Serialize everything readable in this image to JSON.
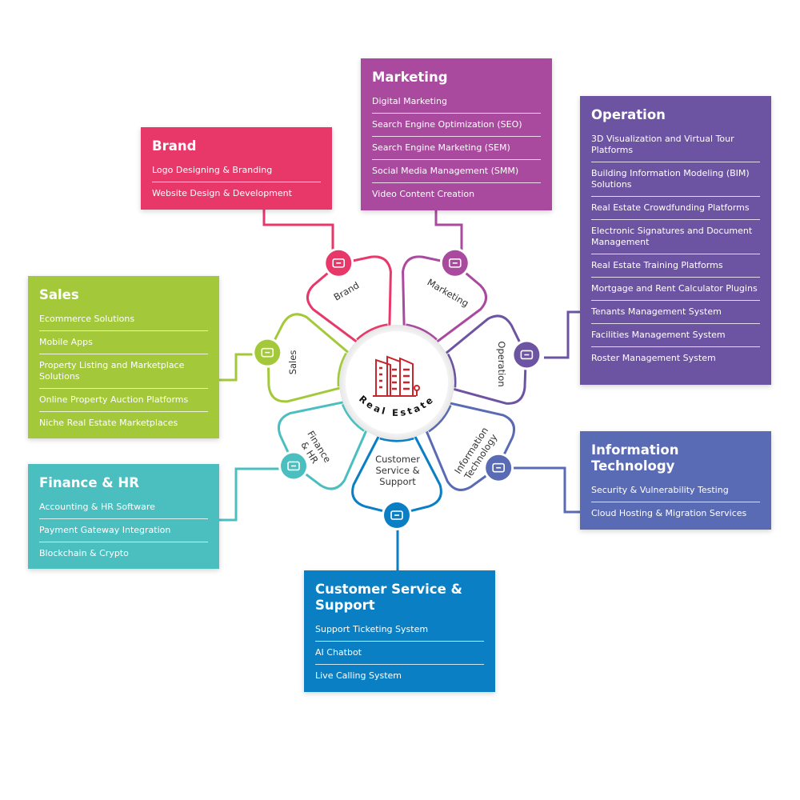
{
  "center": {
    "title": "Real Estate",
    "icon": "building-icon",
    "icon_color": "#c8262c"
  },
  "petals": [
    {
      "key": "brand",
      "label": [
        "Brand"
      ],
      "color": "#e8386a",
      "icon": "browser-window-icon"
    },
    {
      "key": "marketing",
      "label": [
        "Marketing"
      ],
      "color": "#a94a9e",
      "icon": "megaphone-icon"
    },
    {
      "key": "operation",
      "label": [
        "Operation"
      ],
      "color": "#6d54a2",
      "icon": "gear-calendar-icon"
    },
    {
      "key": "it",
      "label": [
        "Information",
        "Technology"
      ],
      "color": "#5a6bb5",
      "icon": "monitor-icon"
    },
    {
      "key": "customer",
      "label": [
        "Customer",
        "Service &",
        "Support"
      ],
      "color": "#0b7fc4",
      "icon": "headset-icon"
    },
    {
      "key": "finance",
      "label": [
        "Finance",
        "& HR"
      ],
      "color": "#4bbfc0",
      "icon": "briefcase-icon"
    },
    {
      "key": "sales",
      "label": [
        "Sales"
      ],
      "color": "#a3c93a",
      "icon": "dollar-cycle-icon"
    }
  ],
  "boxes": {
    "brand": {
      "title": "Brand",
      "color": "#e8386a",
      "items": [
        "Logo Designing & Branding",
        "Website Design & Development"
      ]
    },
    "marketing": {
      "title": "Marketing",
      "color": "#a94a9e",
      "items": [
        "Digital Marketing",
        "Search Engine Optimization (SEO)",
        "Search Engine Marketing (SEM)",
        "Social Media Management (SMM)",
        "Video Content Creation"
      ]
    },
    "operation": {
      "title": "Operation",
      "color": "#6d54a2",
      "items": [
        "3D Visualization and Virtual Tour Platforms",
        "Building Information Modeling (BIM) Solutions",
        "Real Estate Crowdfunding Platforms",
        "Electronic Signatures and Document Management",
        "Real Estate Training Platforms",
        "Mortgage and Rent Calculator Plugins",
        "Tenants Management System",
        "Facilities Management System",
        "Roster Management System"
      ]
    },
    "sales": {
      "title": "Sales",
      "color": "#a3c93a",
      "items": [
        "Ecommerce Solutions",
        "Mobile Apps",
        "Property Listing and Marketplace Solutions",
        "Online Property Auction Platforms",
        "Niche Real Estate Marketplaces"
      ]
    },
    "finance": {
      "title": "Finance & HR",
      "color": "#4bbfc0",
      "items": [
        "Accounting & HR Software",
        "Payment Gateway Integration",
        "Blockchain & Crypto"
      ]
    },
    "it": {
      "title": "Information Technology",
      "color": "#5a6bb5",
      "items": [
        "Security & Vulnerability Testing",
        "Cloud Hosting & Migration Services"
      ]
    },
    "customer": {
      "title": "Customer Service & Support",
      "color": "#0b7fc4",
      "items": [
        "Support Ticketing System",
        "AI Chatbot",
        "Live Calling System"
      ]
    }
  }
}
